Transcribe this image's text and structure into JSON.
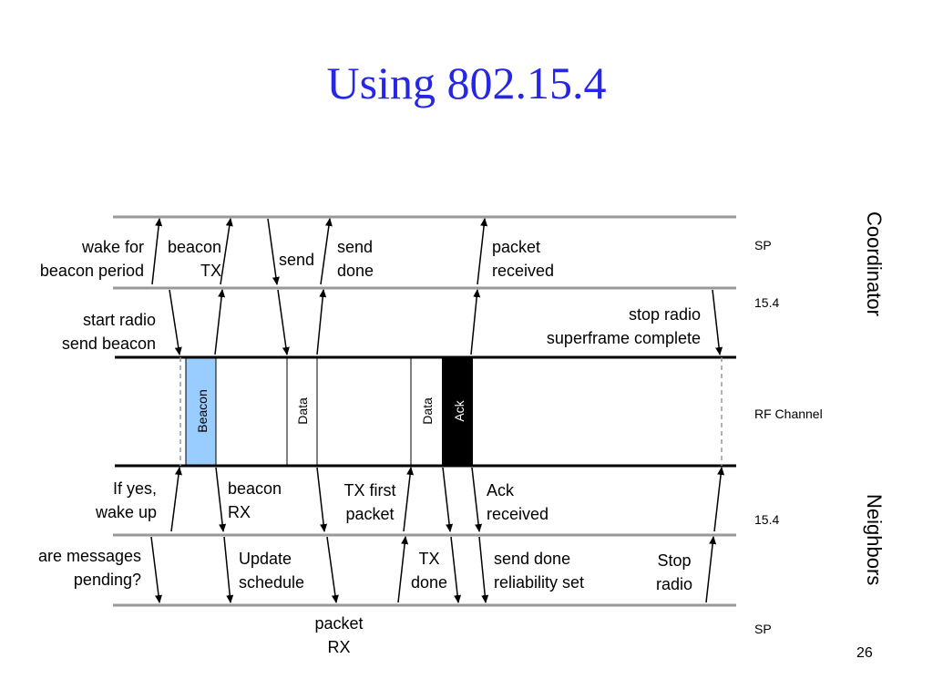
{
  "title": "Using 802.15.4",
  "page_number": "26",
  "layers": {
    "sp_top": "SP",
    "ieee_top": "15.4",
    "rf": "RF Channel",
    "ieee_bottom": "15.4",
    "sp_bottom": "SP"
  },
  "roles": {
    "coordinator": "Coordinator",
    "neighbors": "Neighbors"
  },
  "frames": {
    "beacon": "Beacon",
    "data1": "Data",
    "data2": "Data",
    "ack": "Ack"
  },
  "labels": {
    "wake_for": [
      "wake for",
      "beacon period"
    ],
    "beacon_tx": [
      "beacon",
      "TX"
    ],
    "send": [
      "send"
    ],
    "send_done": [
      "send",
      "done"
    ],
    "packet_received": [
      "packet",
      "received"
    ],
    "start_radio": [
      "start radio",
      "send beacon"
    ],
    "stop_radio": [
      "stop radio",
      "superframe complete"
    ],
    "if_yes": [
      "If yes,",
      "wake up"
    ],
    "beacon_rx": [
      "beacon",
      "RX"
    ],
    "tx_first": [
      "TX first",
      "packet"
    ],
    "ack_received": [
      "Ack",
      "received"
    ],
    "are_messages": [
      "are messages",
      "pending?"
    ],
    "update_schedule": [
      "Update",
      "schedule"
    ],
    "tx_done": [
      "TX",
      "done"
    ],
    "send_done_rel": [
      "send done",
      "reliability set"
    ],
    "stop_radio_n": [
      "Stop",
      "radio"
    ],
    "packet_rx": [
      "packet",
      "RX"
    ]
  },
  "colors": {
    "title": "#2626e6",
    "beacon_fill": "#99ccff",
    "ack_fill": "#000000",
    "layer_line": "#999999"
  }
}
